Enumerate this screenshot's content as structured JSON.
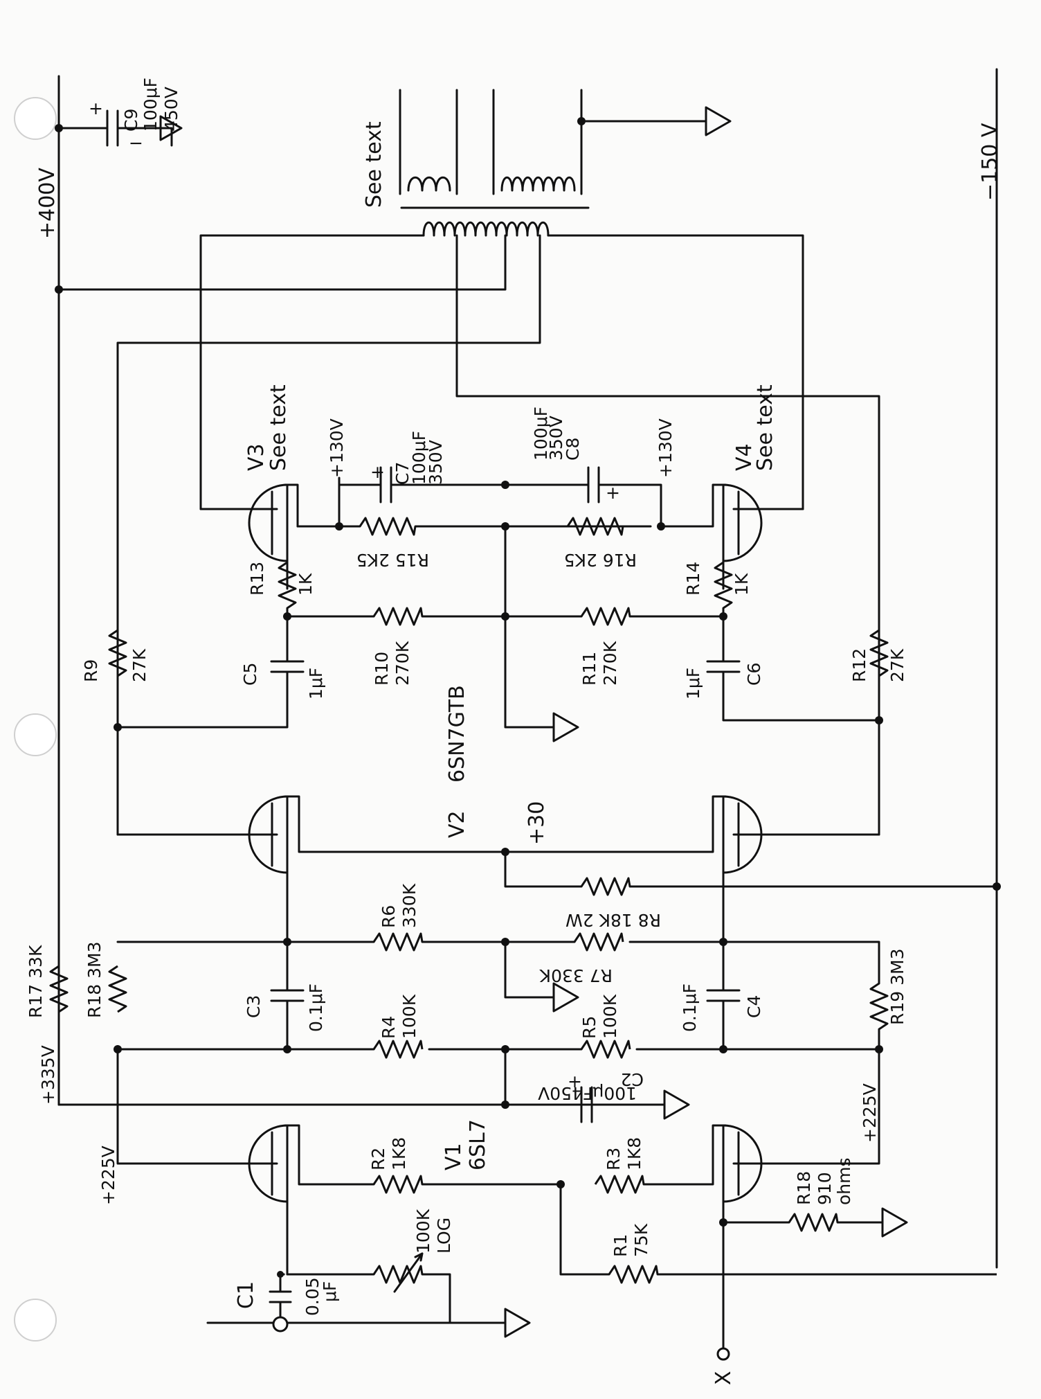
{
  "rails": {
    "plus400": "+400V",
    "minus150": "−150 V",
    "plus335": "+335V",
    "plus225_left": "+225V",
    "plus225_right": "+225V",
    "plus30": "+30"
  },
  "transformer": {
    "note": "See text"
  },
  "tubes": {
    "v1": {
      "name": "V1",
      "type": "6SL7"
    },
    "v2": {
      "name": "V2",
      "type": "6SN7GTB"
    },
    "v3": {
      "name": "V3",
      "note": "See text",
      "bias": "+130V"
    },
    "v4": {
      "name": "V4",
      "note": "See text",
      "bias": "+130V"
    }
  },
  "components": {
    "c9": {
      "name": "C9",
      "value": "100μF",
      "voltage": "450V"
    },
    "c7": {
      "name": "C7",
      "value": "100μF",
      "voltage": "350V"
    },
    "c8": {
      "name": "C8",
      "value": "100μF",
      "voltage": "350V"
    },
    "r15": {
      "label": "R15 2K5"
    },
    "r16": {
      "label": "R16 2K5"
    },
    "r13": {
      "name": "R13",
      "value": "1K"
    },
    "r14": {
      "name": "R14",
      "value": "1K"
    },
    "r9": {
      "name": "R9",
      "value": "27K"
    },
    "r12": {
      "name": "R12",
      "value": "27K"
    },
    "r10": {
      "name": "R10",
      "value": "270K"
    },
    "r11": {
      "name": "R11",
      "value": "270K"
    },
    "c5": {
      "name": "C5",
      "value": "1μF"
    },
    "c6": {
      "name": "C6",
      "value": "1μF"
    },
    "r8": {
      "label": "R8 18K 2W"
    },
    "r6": {
      "name": "R6",
      "value": "330K"
    },
    "r7": {
      "label": "R7 330K"
    },
    "r17": {
      "label": "R17 33K"
    },
    "r18a": {
      "label": "R18 3M3"
    },
    "r19": {
      "label": "R19 3M3"
    },
    "c3": {
      "name": "C3",
      "value": "0.1μF"
    },
    "c4": {
      "name": "C4",
      "value": "0.1μF"
    },
    "r4": {
      "name": "R4",
      "value": "100K"
    },
    "r5": {
      "name": "R5",
      "value": "100K"
    },
    "c2": {
      "name": "C2",
      "value": "100μF450V"
    },
    "r2": {
      "name": "R2",
      "value": "1K8"
    },
    "r3": {
      "name": "R3",
      "value": "1K8"
    },
    "pot": {
      "value": "100K",
      "taper": "LOG"
    },
    "r1": {
      "name": "R1",
      "value": "75K"
    },
    "r18b": {
      "name": "R18",
      "value": "910",
      "unit": "ohms"
    },
    "c1": {
      "name": "C1",
      "value": "0.05",
      "unit": "μF"
    },
    "x": {
      "label": "X"
    }
  },
  "colors": {
    "ink": "#111111",
    "paper": "#fbfbfa"
  }
}
